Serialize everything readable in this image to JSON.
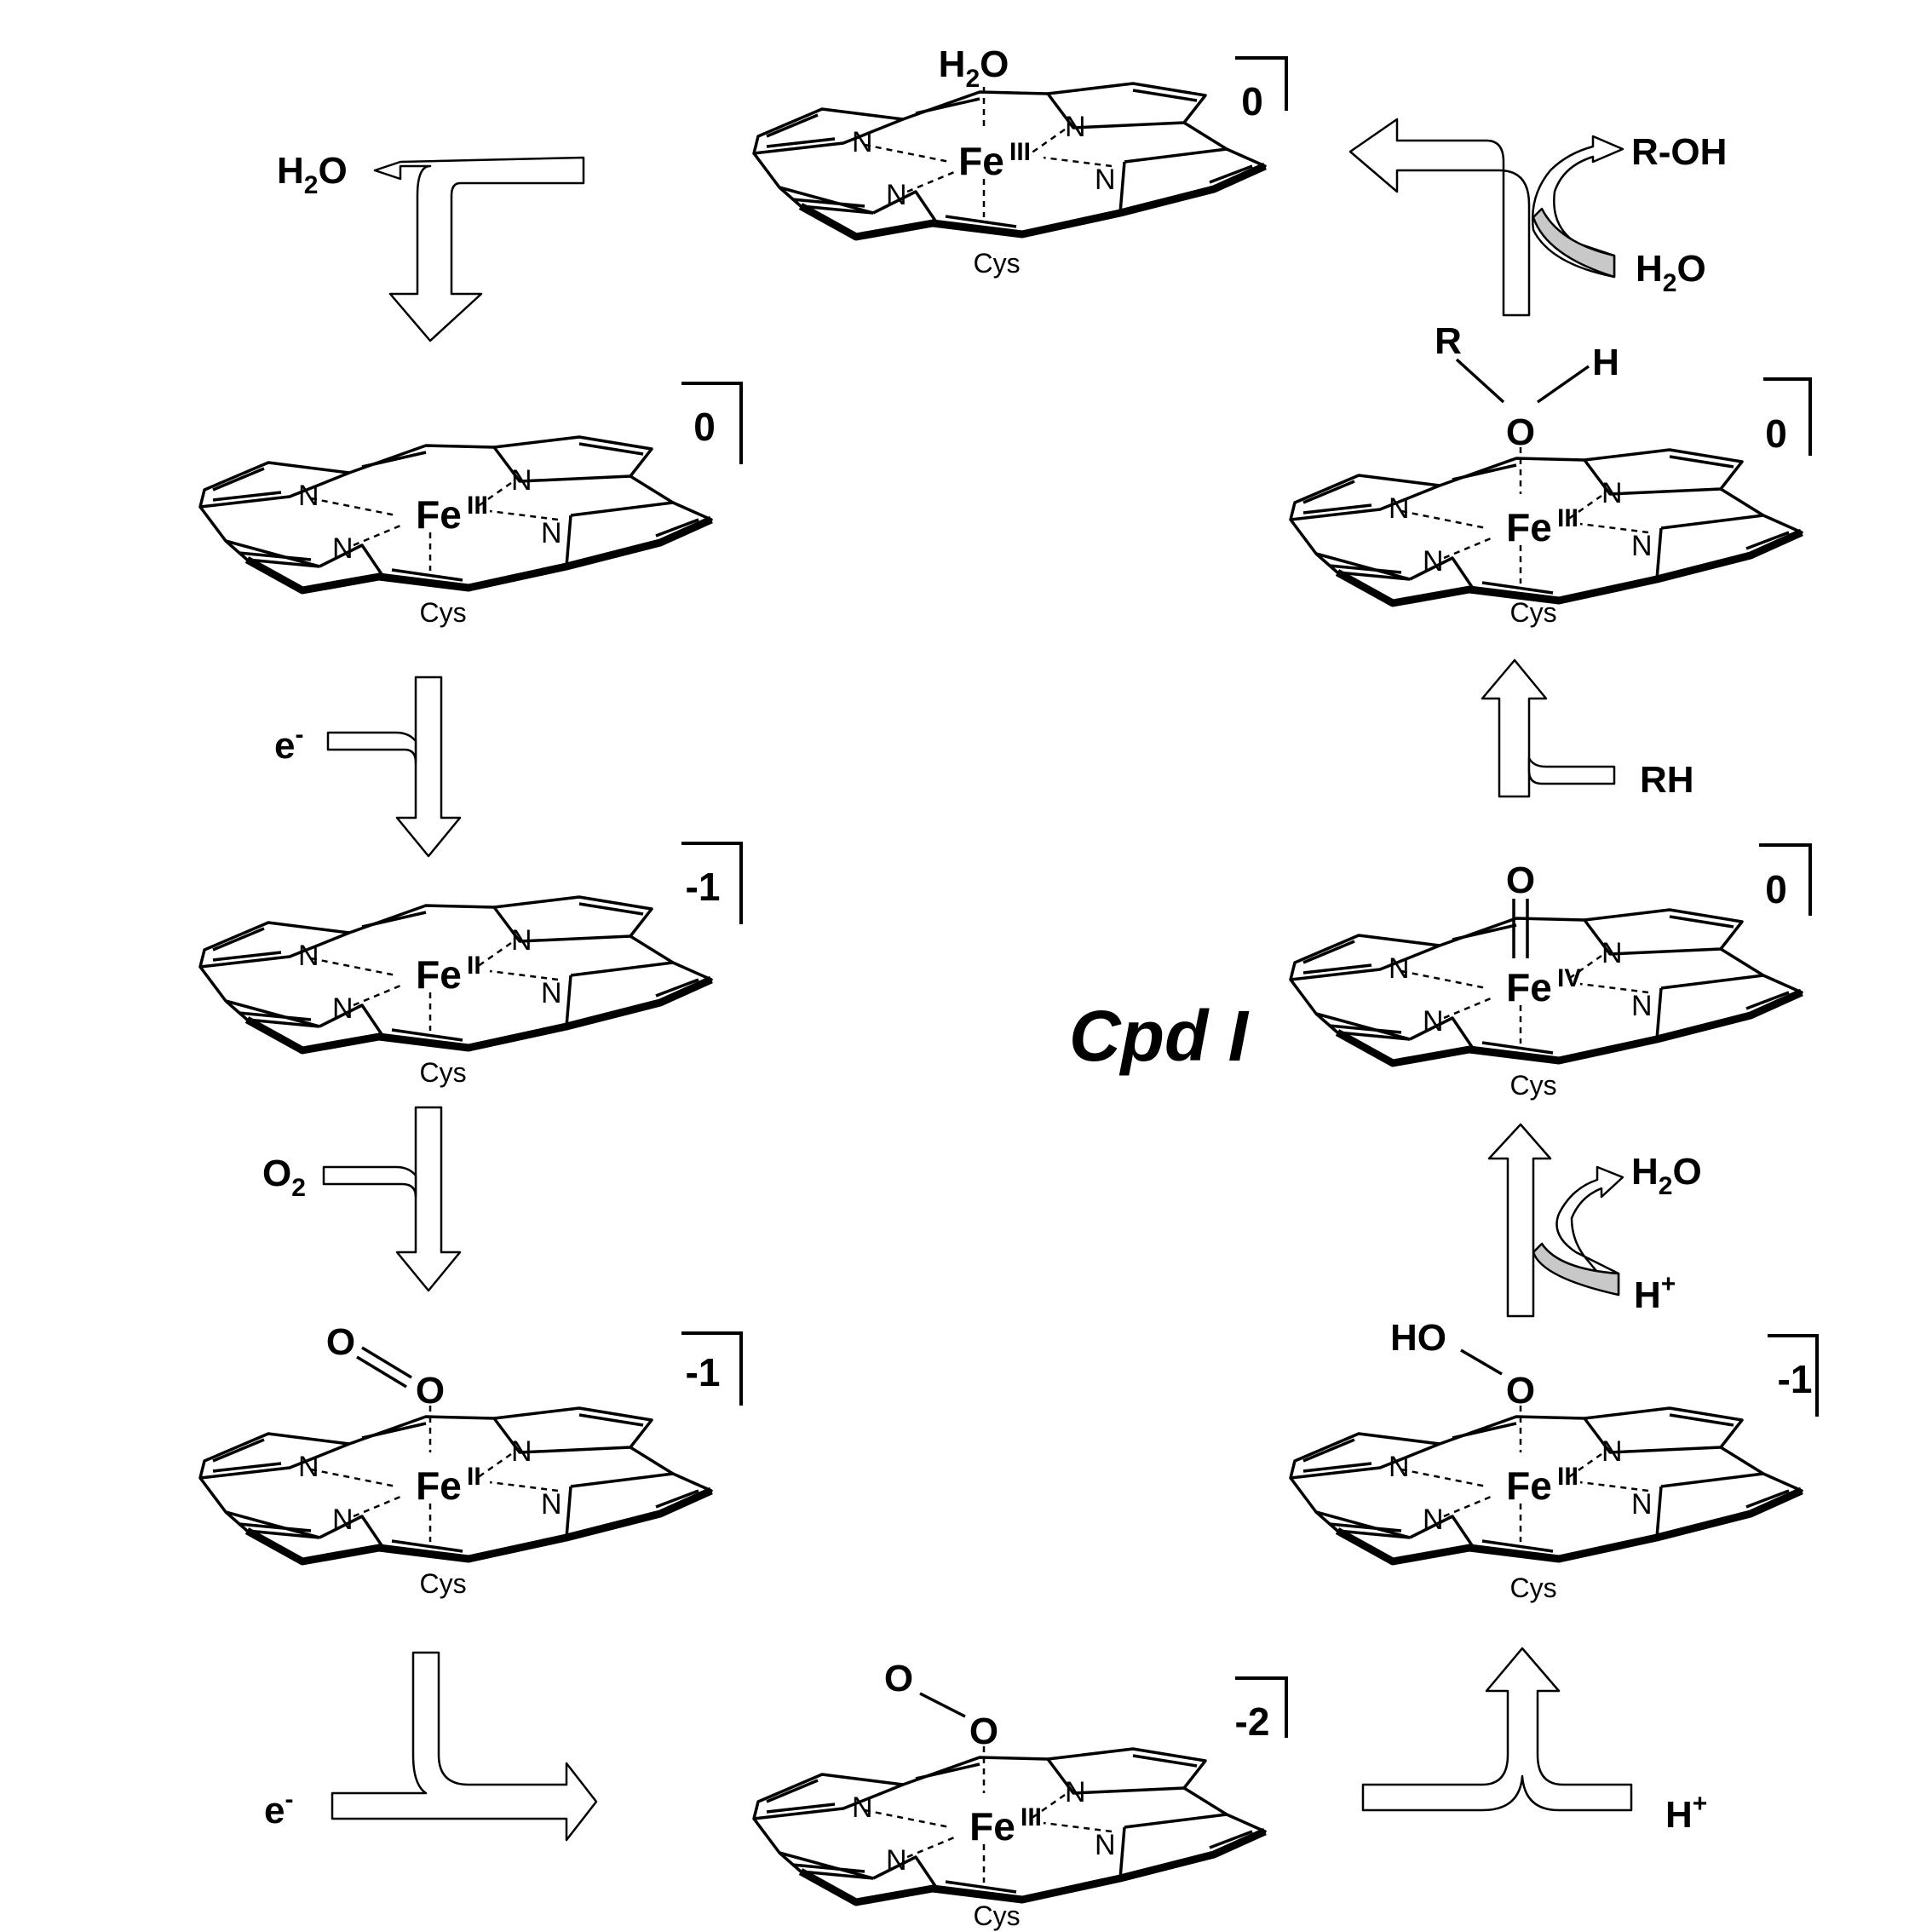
{
  "cpd_label": "Cpd I",
  "hemes": [
    {
      "id": "h1",
      "fe": "Fe",
      "ox": "III",
      "charge": "0",
      "cys": "Cys",
      "ligand": "H2O"
    },
    {
      "id": "h2",
      "fe": "Fe",
      "ox": "III",
      "charge": "0",
      "cys": "Cys",
      "ligand": ""
    },
    {
      "id": "h3",
      "fe": "Fe",
      "ox": "II",
      "charge": "-1",
      "cys": "Cys",
      "ligand": ""
    },
    {
      "id": "h4",
      "fe": "Fe",
      "ox": "II",
      "charge": "-1",
      "cys": "Cys",
      "ligand": "O2"
    },
    {
      "id": "h5",
      "fe": "Fe",
      "ox": "III",
      "charge": "-2",
      "cys": "Cys",
      "ligand": "O-O"
    },
    {
      "id": "h6",
      "fe": "Fe",
      "ox": "III",
      "charge": "-1",
      "cys": "Cys",
      "ligand": "HO-O"
    },
    {
      "id": "h7",
      "fe": "Fe",
      "ox": "IV",
      "charge": "0",
      "cys": "Cys",
      "ligand": "O"
    },
    {
      "id": "h8",
      "fe": "Fe",
      "ox": "III",
      "charge": "0",
      "cys": "Cys",
      "ligand": "R-O-H"
    }
  ],
  "atoms": {
    "nitrogen": "N",
    "oxygen": "O",
    "hydroxyl": "HO",
    "r_group": "R",
    "hydrogen": "H"
  },
  "reagents": {
    "water_out_top_left": "H2O",
    "electron_1": "e-",
    "oxygen_in": "O2",
    "electron_2": "e-",
    "proton_1": "H+",
    "proton_2": "H+",
    "water_out_right": "H2O",
    "substrate": "RH",
    "product": "R-OH",
    "water_in": "H2O"
  }
}
